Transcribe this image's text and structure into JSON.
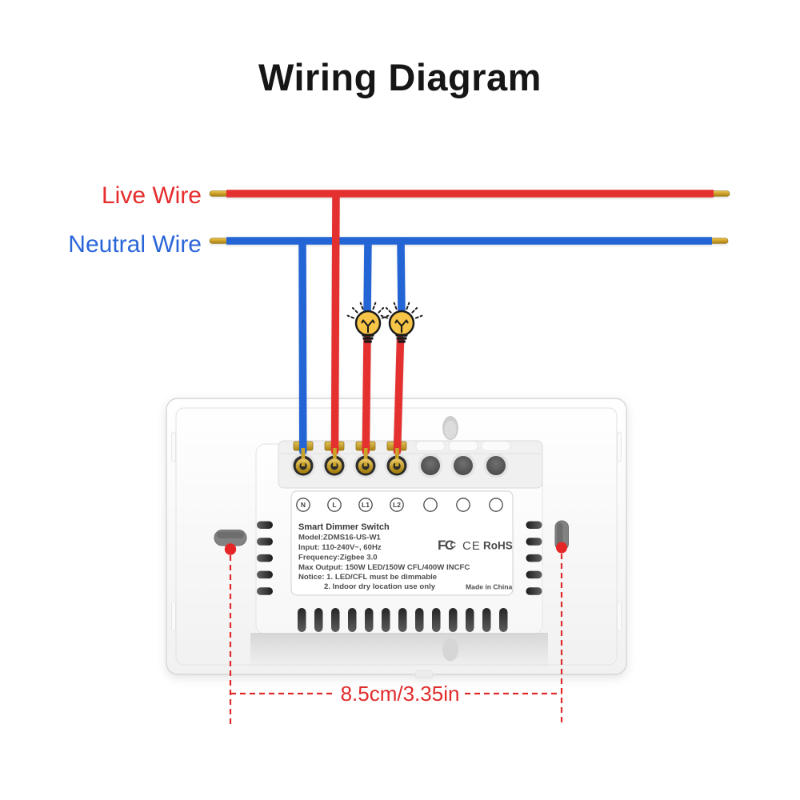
{
  "title": "Wiring Diagram",
  "wire_labels": {
    "live": "Live Wire",
    "neutral": "Neutral Wire"
  },
  "device": {
    "terminal_labels": [
      "N",
      "L",
      "L1",
      "L2"
    ],
    "label": {
      "name": "Smart Dimmer Switch",
      "model": "Model:ZDMS16-US-W1",
      "input": "Input: 110-240V~, 60Hz",
      "frequency": "Frequency:Zigbee 3.0",
      "max_output": "Max Output: 150W LED/150W CFL/400W INCFC",
      "notice1": "Notice: 1. LED/CFL must be dimmable",
      "notice2": "2. Indoor dry location use only",
      "made_in": "Made in China"
    },
    "certifications": {
      "fcc": "FC",
      "fcc_inner": "C",
      "ce": "CE",
      "rohs": "RoHS"
    }
  },
  "dimension": {
    "text": "8.5cm/3.35in"
  },
  "colors": {
    "live_wire_red": "#e53030",
    "neutral_wire_blue": "#2465d6",
    "dimension_red": "#e02b2b",
    "bulb_yellow": "#f6c447",
    "brass": "#c9a22a",
    "title_text": "#161616",
    "label_text": "#4e4e4e"
  }
}
